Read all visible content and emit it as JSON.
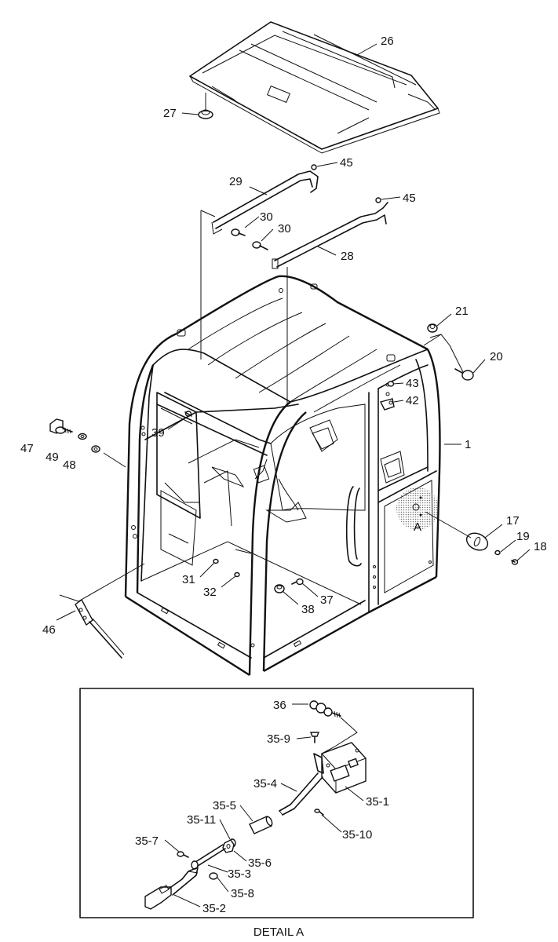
{
  "labels": {
    "l1": "1",
    "l17": "17",
    "l18": "18",
    "l19": "19",
    "l20": "20",
    "l21": "21",
    "l26": "26",
    "l27": "27",
    "l28": "28",
    "l29": "29",
    "l30a": "30",
    "l30b": "30",
    "l31": "31",
    "l32": "32",
    "l37": "37",
    "l38": "38",
    "l39": "39",
    "l42": "42",
    "l43": "43",
    "l45a": "45",
    "l45b": "45",
    "l46": "46",
    "l47": "47",
    "l48": "48",
    "l49": "49",
    "lA": "A",
    "d36": "36",
    "d35_9": "35-9",
    "d35_4": "35-4",
    "d35_1": "35-1",
    "d35_5": "35-5",
    "d35_11": "35-11",
    "d35_10": "35-10",
    "d35_7": "35-7",
    "d35_6": "35-6",
    "d35_3": "35-3",
    "d35_8": "35-8",
    "d35_2": "35-2"
  },
  "detail_caption": "DETAIL A"
}
